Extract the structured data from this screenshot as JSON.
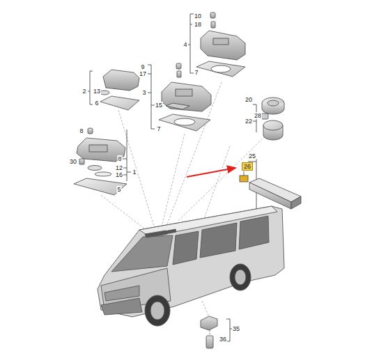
{
  "diagram": {
    "labels": [
      "10",
      "18",
      "4",
      "7",
      "9",
      "17",
      "3",
      "15",
      "7",
      "2",
      "13",
      "6",
      "20",
      "22",
      "28",
      "8",
      "8",
      "30",
      "12",
      "1",
      "16",
      "5",
      "25",
      "26",
      "35",
      "36"
    ]
  }
}
